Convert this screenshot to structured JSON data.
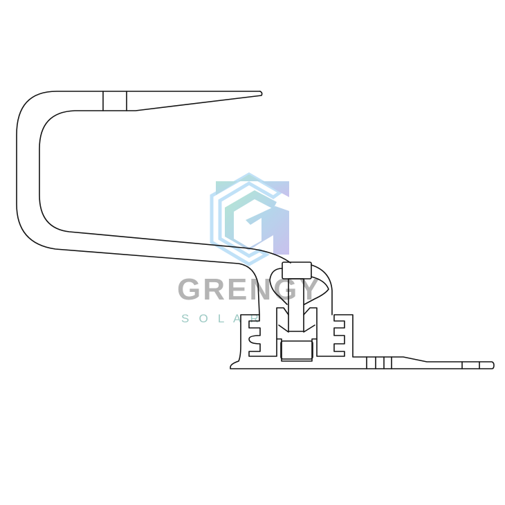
{
  "watermark": {
    "brand": "GRENGY",
    "tagline": "S   O   L   A   R",
    "colors": {
      "gradient_start": "#a9d8f5",
      "gradient_mid": "#b6e0d0",
      "gradient_end": "#c3b8ec",
      "text": "#b4b4b4",
      "tagline": "#9cc9c3"
    }
  },
  "drawing": {
    "subject": "roof-hook-with-rail-clamp",
    "stroke_color": "#111111"
  }
}
